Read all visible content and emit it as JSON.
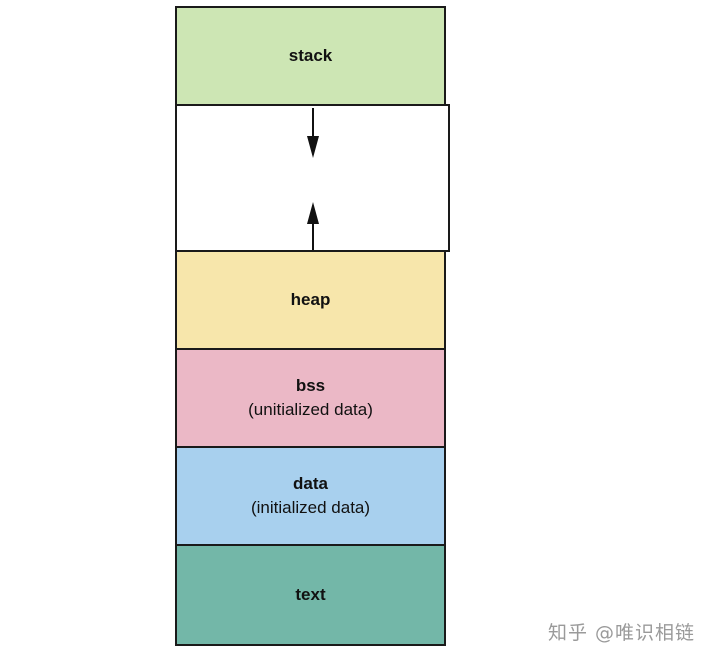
{
  "segments": {
    "stack": {
      "title": "stack"
    },
    "heap": {
      "title": "heap"
    },
    "bss": {
      "title": "bss",
      "subtitle": "(unitialized data)"
    },
    "data": {
      "title": "data",
      "subtitle": "(initialized data)"
    },
    "text": {
      "title": "text"
    }
  },
  "arrows": {
    "stack_growth": "down",
    "heap_growth": "up"
  },
  "watermark": "知乎 @唯识相链",
  "colors": {
    "stack": "#cde6b4",
    "heap": "#f7e6ab",
    "bss": "#ebb8c6",
    "data": "#a8d0ee",
    "text": "#73b7a8",
    "border": "#1a1a1a"
  }
}
